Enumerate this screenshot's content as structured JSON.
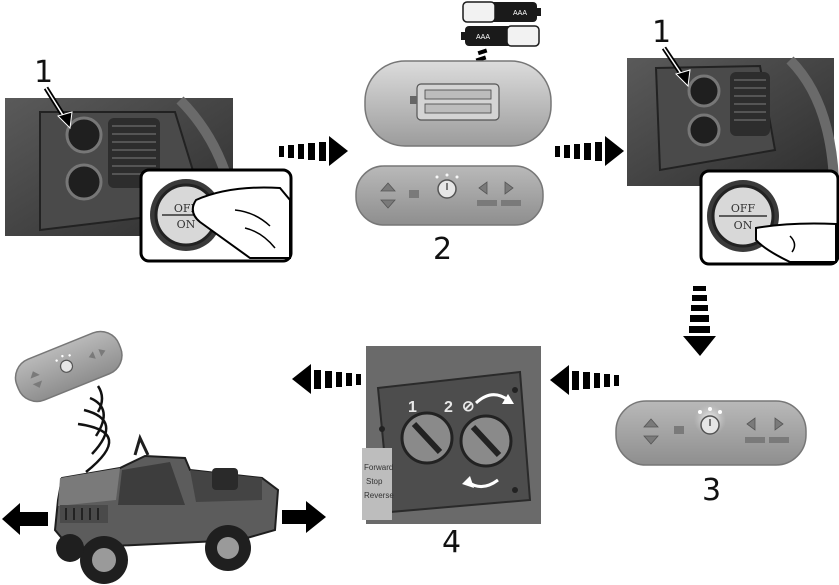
{
  "labels": {
    "step1_left": "1",
    "step1_right": "1",
    "step2": "2",
    "step3": "3",
    "step4": "4"
  },
  "switch": {
    "off": "OFF",
    "on": "ON"
  },
  "battery": {
    "type": "AAA"
  },
  "dial": {
    "pos1": "1",
    "pos2": "2",
    "pos0": "⊘"
  },
  "truck_panel": {
    "forward": "Forward",
    "stop": "Stop",
    "reverse": "Reverse"
  },
  "colors": {
    "panel_dark": "#3c3c3c",
    "remote": "#9a9a9a",
    "arrow": "#000000"
  }
}
